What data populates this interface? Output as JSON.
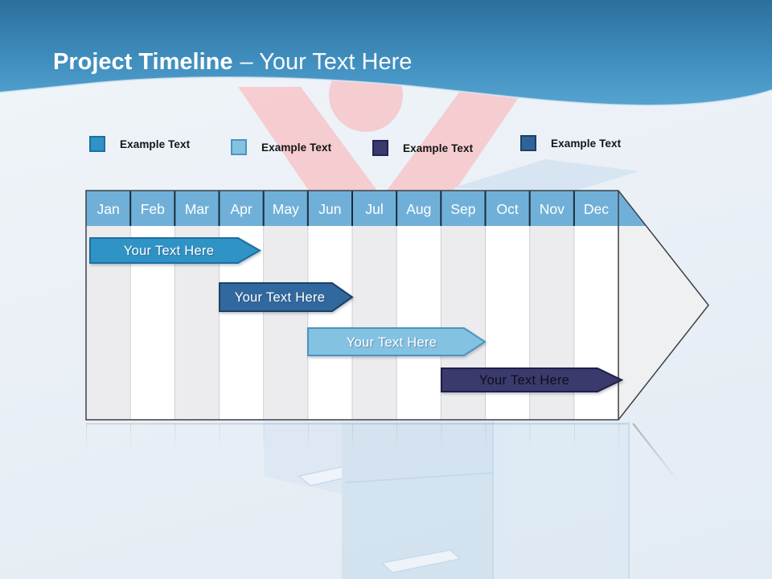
{
  "slide": {
    "title_bold": "Project Timeline",
    "title_rest": "– Your Text Here"
  },
  "legend": {
    "items": [
      {
        "label": "Example Text",
        "color": "#2F93C6",
        "border": "#1D6FA0"
      },
      {
        "label": "Example Text",
        "color": "#84C2E2",
        "border": "#4B94BF"
      },
      {
        "label": "Example Text",
        "color": "#3B3A6C",
        "border": "#232254"
      },
      {
        "label": "Example Text",
        "color": "#2E6599",
        "border": "#1C4066"
      }
    ]
  },
  "timeline": {
    "months": [
      "Jan",
      "Feb",
      "Mar",
      "Apr",
      "May",
      "Jun",
      "Jul",
      "Aug",
      "Sep",
      "Oct",
      "Nov",
      "Dec"
    ],
    "header_color": "#70B0D8",
    "bars": [
      {
        "label": "Your Text Here",
        "fill": "#2F93C6",
        "stroke": "#1D6FA0",
        "text_color": "#FFFFFF",
        "start_month": "Jan",
        "end_month": "Apr"
      },
      {
        "label": "Your Text Here",
        "fill": "#31699F",
        "stroke": "#1C4066",
        "text_color": "#FFFFFF",
        "start_month": "Apr",
        "end_month": "Jun"
      },
      {
        "label": "Your Text Here",
        "fill": "#84C2E2",
        "stroke": "#4B94BF",
        "text_color": "#FFFFFF",
        "start_month": "Jun",
        "end_month": "Sep"
      },
      {
        "label": "Your Text Here",
        "fill": "#3B3A6C",
        "stroke": "#1E1D4A",
        "text_color": "#0E0E1E",
        "start_month": "Sep",
        "end_month": "Dec"
      }
    ]
  }
}
